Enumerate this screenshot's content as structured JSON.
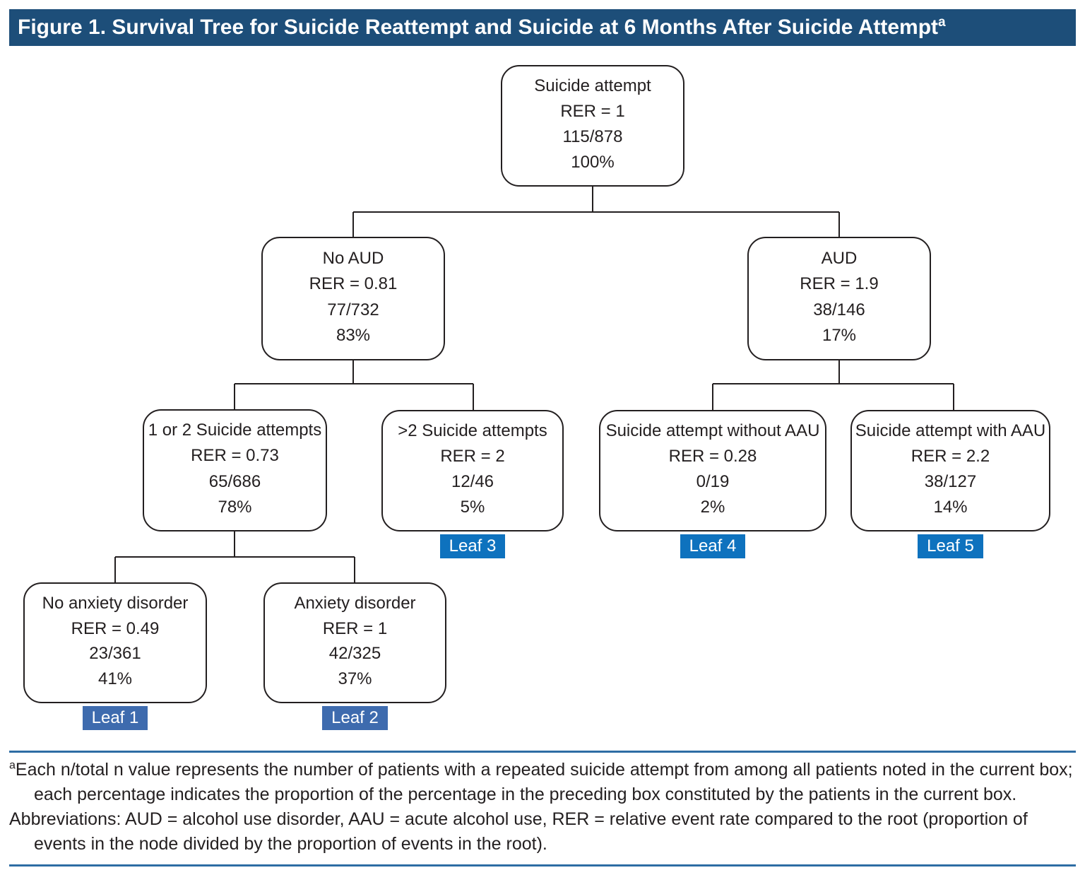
{
  "figure": {
    "title": "Figure 1. Survival Tree for Suicide Reattempt and Suicide at 6 Months After Suicide Attempt",
    "title_superscript": "a"
  },
  "colors": {
    "title_bar_bg": "#1d4e79",
    "title_text": "#ffffff",
    "node_border": "#231f20",
    "node_text": "#231f20",
    "leaf_badge_steel": "#3e6bae",
    "leaf_badge_bright": "#0e72be",
    "separator": "#2e6da4",
    "page_bg": "#ffffff"
  },
  "tree": {
    "nodes": [
      {
        "id": "root",
        "label": "Suicide attempt",
        "rer": "RER = 1",
        "fraction": "115/878",
        "percent": "100%"
      },
      {
        "id": "no-aud",
        "label": "No AUD",
        "rer": "RER = 0.81",
        "fraction": "77/732",
        "percent": "83%"
      },
      {
        "id": "aud",
        "label": "AUD",
        "rer": "RER = 1.9",
        "fraction": "38/146",
        "percent": "17%"
      },
      {
        "id": "one-two",
        "label": "1 or 2 Suicide attempts",
        "rer": "RER = 0.73",
        "fraction": "65/686",
        "percent": "78%"
      },
      {
        "id": "gt2",
        "label": ">2 Suicide attempts",
        "rer": "RER = 2",
        "fraction": "12/46",
        "percent": "5%",
        "leaf": "Leaf 3"
      },
      {
        "id": "without-aau",
        "label": "Suicide attempt without AAU",
        "rer": "RER = 0.28",
        "fraction": "0/19",
        "percent": "2%",
        "leaf": "Leaf 4"
      },
      {
        "id": "with-aau",
        "label": "Suicide attempt with AAU",
        "rer": "RER = 2.2",
        "fraction": "38/127",
        "percent": "14%",
        "leaf": "Leaf 5"
      },
      {
        "id": "no-anxiety",
        "label": "No anxiety disorder",
        "rer": "RER = 0.49",
        "fraction": "23/361",
        "percent": "41%",
        "leaf": "Leaf 1"
      },
      {
        "id": "anxiety",
        "label": "Anxiety disorder",
        "rer": "RER = 1",
        "fraction": "42/325",
        "percent": "37%",
        "leaf": "Leaf 2"
      }
    ]
  },
  "footnotes": {
    "marker": "a",
    "note": "Each n/total n value represents the number of patients with a repeated suicide attempt from among all patients noted in the current box; each percentage indicates the proportion of the percentage in the preceding box constituted by the patients in the current box.",
    "abbreviations": "Abbreviations: AUD = alcohol use disorder, AAU = acute alcohol use, RER = relative event rate compared to the root (proportion of events in the node divided by the proportion of events in the root)."
  }
}
